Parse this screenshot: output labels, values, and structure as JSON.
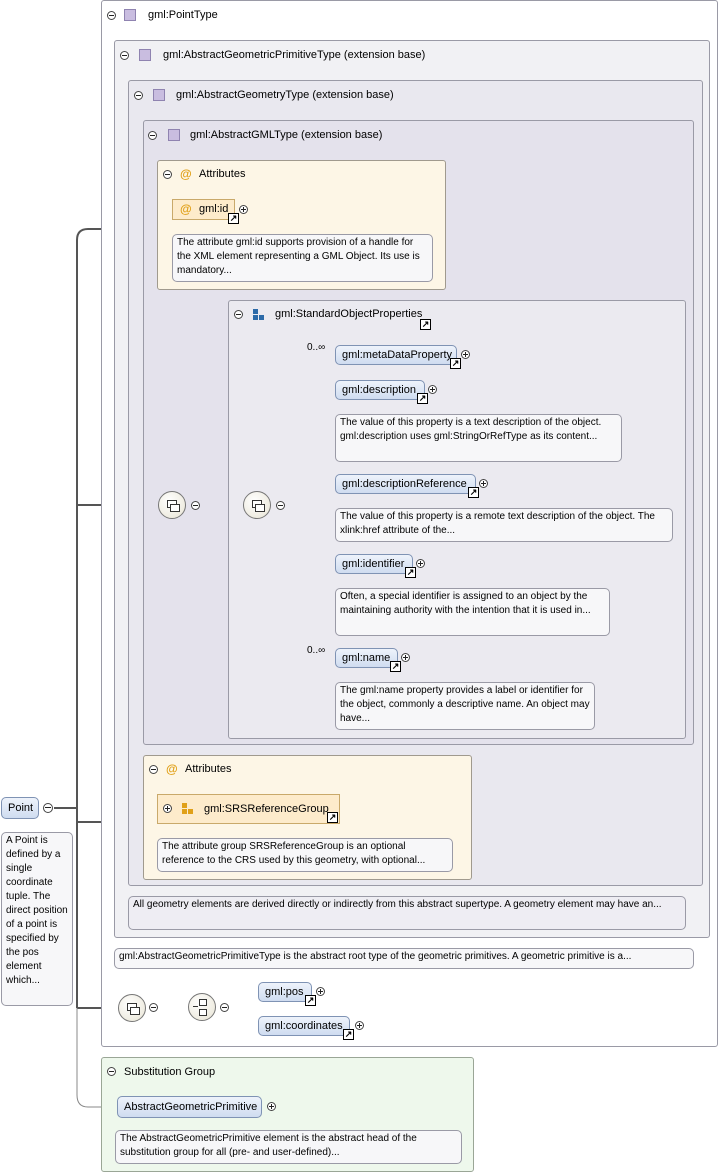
{
  "point_type": {
    "title": "gml:PointType"
  },
  "primitive_type": {
    "title": "gml:AbstractGeometricPrimitiveType (extension base)"
  },
  "geometry_type": {
    "title": "gml:AbstractGeometryType (extension base)"
  },
  "gml_type": {
    "title": "gml:AbstractGMLType (extension base)"
  },
  "gml_attributes": {
    "title": "Attributes",
    "id_attr": "gml:id",
    "id_doc": "The attribute gml:id supports provision of a handle for the XML element representing a GML Object. Its use is mandatory..."
  },
  "standard_props": {
    "title": "gml:StandardObjectProperties",
    "items": [
      {
        "label": "gml:metaDataProperty",
        "multiplicity": "0..∞",
        "doc": ""
      },
      {
        "label": "gml:description",
        "multiplicity": "",
        "doc": "The value of this property is a text description of the object. gml:description uses gml:StringOrRefType as its content..."
      },
      {
        "label": "gml:descriptionReference",
        "multiplicity": "",
        "doc": "The value of this property is a remote text description of the object. The xlink:href attribute of the..."
      },
      {
        "label": "gml:identifier",
        "multiplicity": "",
        "doc": "Often, a special identifier is assigned to an object by the maintaining authority with the intention that it is used in..."
      },
      {
        "label": "gml:name",
        "multiplicity": "0..∞",
        "doc": "The gml:name property provides a label or identifier for the object, commonly a descriptive name. An object may have..."
      }
    ]
  },
  "srs_attributes": {
    "title": "Attributes",
    "group": "gml:SRSReferenceGroup",
    "doc": "The attribute group SRSReferenceGroup is an optional reference to the CRS used by this geometry, with optional..."
  },
  "geometry_doc": "All geometry elements are derived directly or indirectly from this abstract supertype. A geometry element may have an...",
  "primitive_doc": "gml:AbstractGeometricPrimitiveType is the abstract root type of the geometric primitives. A geometric primitive is a...",
  "point": {
    "label": "Point",
    "doc": "A Point is defined by a single coordinate tuple. The direct position of a point is specified by the pos element which..."
  },
  "choice": {
    "items": [
      "gml:pos",
      "gml:coordinates"
    ]
  },
  "substitution": {
    "title": "Substitution Group",
    "element": "AbstractGeometricPrimitive",
    "doc": "The AbstractGeometricPrimitive element is the abstract head of the substitution group for all (pre- and user-defined)..."
  },
  "colors": {
    "element_fill": "#cfdcf0",
    "attribute_fill": "#fdebcb",
    "type_border": "#9a9aa6",
    "substitution_fill": "#eef8ec"
  }
}
